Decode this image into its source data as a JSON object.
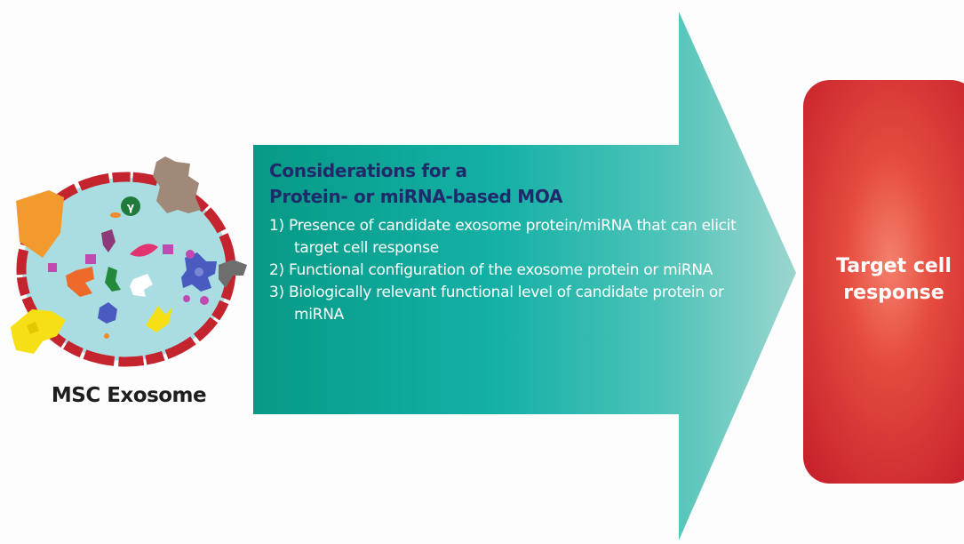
{
  "exosome": {
    "label": "MSC Exosome",
    "marker_symbol": "γ"
  },
  "arrow": {
    "title_lines": [
      "Considerations for a",
      "Protein- or miRNA-based MOA"
    ],
    "items": [
      "1) Presence of candidate exosome protein/miRNA that can elicit  target cell response",
      "2) Functional configuration of the exosome protein or miRNA",
      "3) Biologically relevant functional level of candidate protein or miRNA"
    ]
  },
  "target": {
    "label_lines": [
      "Target cell",
      "response"
    ]
  },
  "colors": {
    "arrow_dark": "#069a86",
    "arrow_mid": "#1cb9b0",
    "arrow_light": "#8fd3cc",
    "title_navy": "#1f2a6b",
    "membrane_red": "#c4242d",
    "lumen": "#a9dde2",
    "target_outer": "#c5202b",
    "target_inner": "#f07060"
  }
}
